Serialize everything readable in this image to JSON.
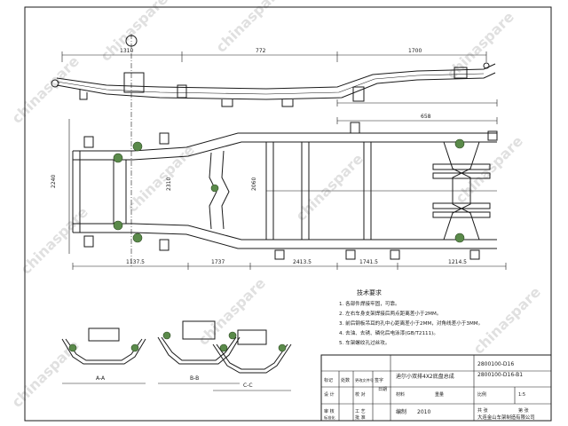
{
  "watermark": "chinaspare",
  "dimensions": {
    "side_top": [
      "1310",
      "772",
      "1700"
    ],
    "front_bottom": [
      "1137.5",
      "1737",
      "2413.5",
      "1741.5",
      "1214.5"
    ],
    "front_right_top": "658",
    "front_left": "2240",
    "front_mid": [
      "2310",
      "2060"
    ]
  },
  "section_labels": [
    "A-A",
    "B-B",
    "C-C"
  ],
  "tech_notes": {
    "heading": "技术要求",
    "lines": [
      "1. 各部件焊接牢固，可靠。",
      "2. 左右车身支架焊接后两点距离差小于2MM。",
      "3. 前后钢板吊耳的孔中心距离差小于2MM，对角线差小于3MM。",
      "4. 去油、去锈、磷化后电泳漆(GB/T2111)。",
      "5. 车架螺纹孔过丝攻。"
    ]
  },
  "title_block": {
    "drawing_name": "迪尔小双排4X2底盘总成",
    "part_numbers": [
      "2800100-D16",
      "2800100-D16-B1"
    ],
    "scale_label": "比例",
    "scale_value": "1:5",
    "sheet_label": "共  张",
    "sheet_of": "第  张",
    "mark_labels": [
      "标记",
      "处数",
      "更改文件号",
      "签字",
      "日期"
    ],
    "roles": [
      "设 计",
      "校 对",
      "审 核",
      "工 艺",
      "标准化",
      "批 准"
    ],
    "material_label": "材料",
    "weight_label": "重量",
    "date_label": "编制",
    "date_value": "2010",
    "company": "大连金山车架制造有限公司"
  }
}
